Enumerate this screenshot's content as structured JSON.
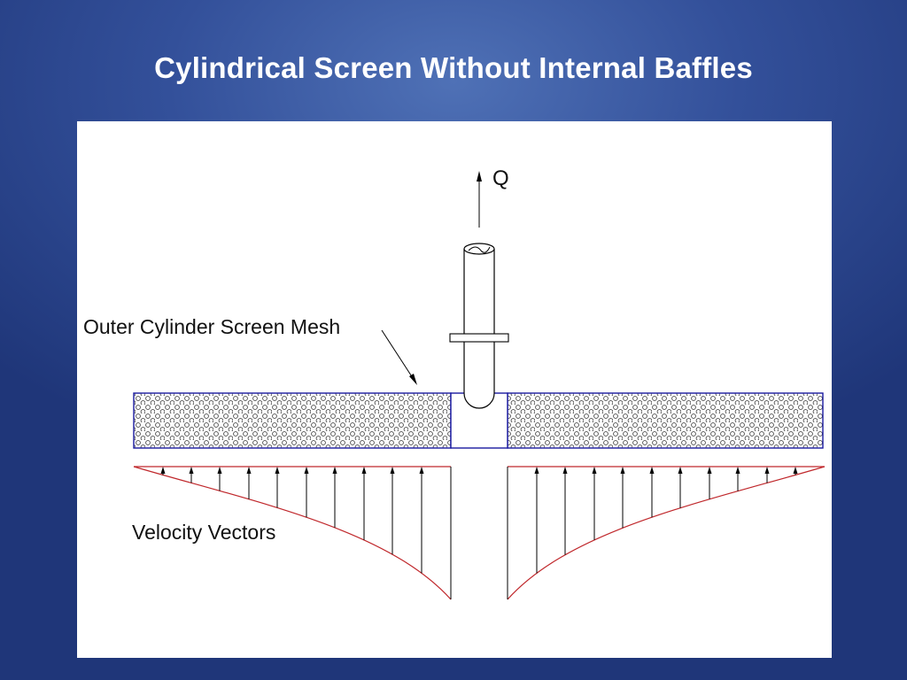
{
  "slide": {
    "title": "Cylindrical Screen Without Internal Baffles"
  },
  "diagram": {
    "flow_label": "Q",
    "mesh_label": "Outer Cylinder Screen Mesh",
    "velocity_label": "Velocity Vectors",
    "colors": {
      "mesh_border": "#1a1aa0",
      "mesh_dots": "#444444",
      "profile_curve": "#c0282c",
      "vector": "#000000"
    }
  }
}
